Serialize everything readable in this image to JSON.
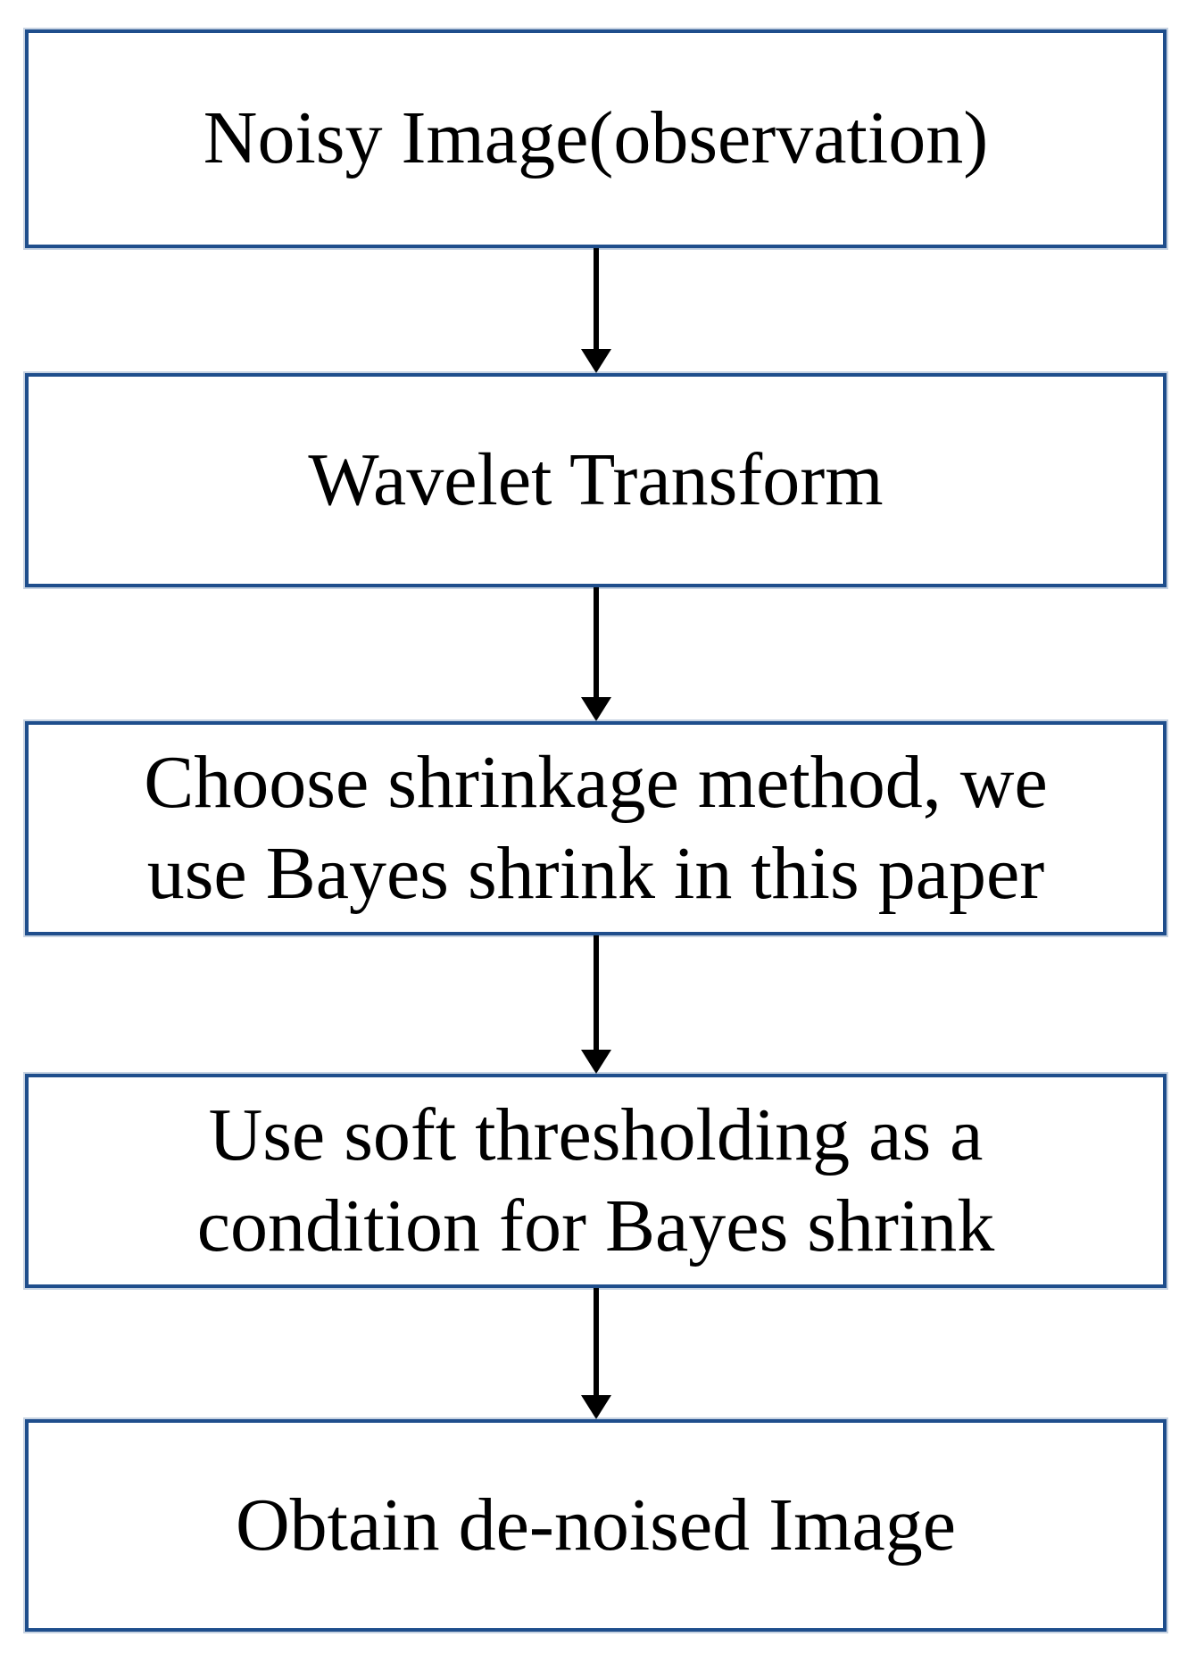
{
  "flow": {
    "type": "flowchart",
    "direction": "top-down",
    "colors": {
      "box_border": "#1F4E8C",
      "box_fill": "#FFFFFF",
      "arrow": "#000000",
      "text": "#000000"
    },
    "nodes": [
      {
        "id": "noisy-image",
        "label": "Noisy Image(observation)"
      },
      {
        "id": "wavelet-transform",
        "label": "Wavelet Transform"
      },
      {
        "id": "choose-shrinkage-method",
        "label": "Choose shrinkage method, we\nuse Bayes shrink in this paper"
      },
      {
        "id": "soft-thresholding",
        "label": "Use soft thresholding as a\ncondition for Bayes shrink"
      },
      {
        "id": "obtain-denoised-image",
        "label": "Obtain de-noised Image"
      }
    ],
    "edges": [
      {
        "from": "noisy-image",
        "to": "wavelet-transform"
      },
      {
        "from": "wavelet-transform",
        "to": "choose-shrinkage-method"
      },
      {
        "from": "choose-shrinkage-method",
        "to": "soft-thresholding"
      },
      {
        "from": "soft-thresholding",
        "to": "obtain-denoised-image"
      }
    ]
  }
}
